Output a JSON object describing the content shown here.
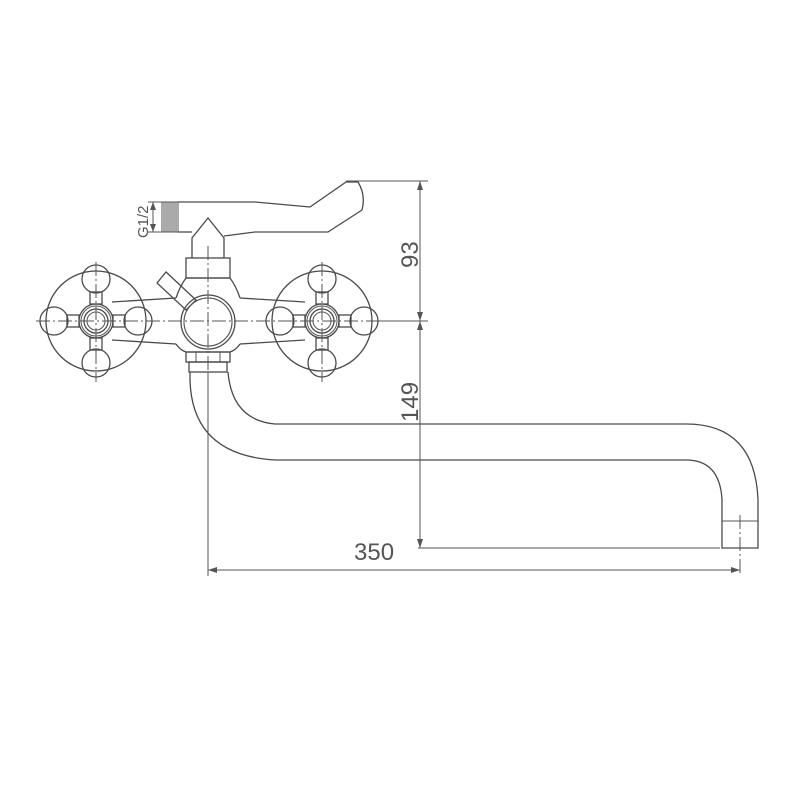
{
  "drawing": {
    "subject": "Wall-mounted two-handle mixer faucet with swivel spout and shower outlet",
    "line_color": "#4a4a4a",
    "background_color": "#ffffff"
  },
  "dimensions": {
    "thread_label": "G1/2",
    "height_above_axis": "93",
    "height_below_axis": "149",
    "spout_reach": "350"
  }
}
